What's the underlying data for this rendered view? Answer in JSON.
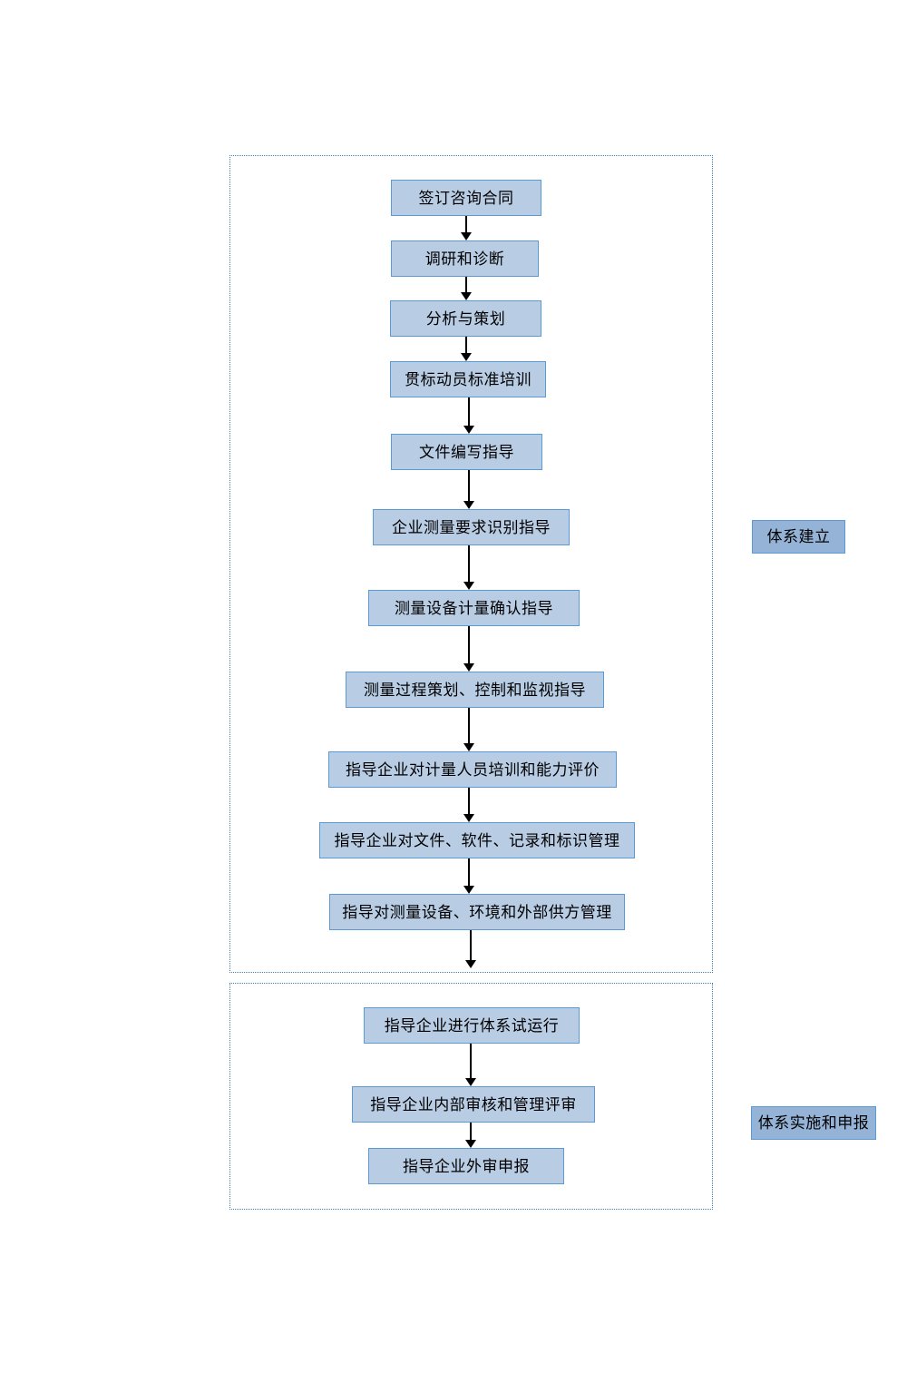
{
  "diagram": {
    "title": "",
    "colors": {
      "node_fill": "#b8cce4",
      "node_border": "#5b9bd5",
      "legend_fill": "#95b3d7",
      "phase_border": "#4a7ebb",
      "arrow": "#000000",
      "background": "#ffffff"
    },
    "phases": [
      {
        "id": "phase-system-establishment",
        "legend_label": "体系建立",
        "nodes": [
          {
            "id": "node-1",
            "label": "签订咨询合同"
          },
          {
            "id": "node-2",
            "label": "调研和诊断"
          },
          {
            "id": "node-3",
            "label": "分析与策划"
          },
          {
            "id": "node-4",
            "label": "贯标动员标准培训"
          },
          {
            "id": "node-5",
            "label": "文件编写指导"
          },
          {
            "id": "node-6",
            "label": "企业测量要求识别指导"
          },
          {
            "id": "node-7",
            "label": "测量设备计量确认指导"
          },
          {
            "id": "node-8",
            "label": "测量过程策划、控制和监视指导"
          },
          {
            "id": "node-9",
            "label": "指导企业对计量人员培训和能力评价"
          },
          {
            "id": "node-10",
            "label": "指导企业对文件、软件、记录和标识管理"
          },
          {
            "id": "node-11",
            "label": "指导对测量设备、环境和外部供方管理"
          }
        ]
      },
      {
        "id": "phase-system-implementation",
        "legend_label": "体系实施和申报",
        "nodes": [
          {
            "id": "node-12",
            "label": "指导企业进行体系试运行"
          },
          {
            "id": "node-13",
            "label": "指导企业内部审核和管理评审"
          },
          {
            "id": "node-14",
            "label": "指导企业外审申报"
          }
        ]
      }
    ]
  }
}
